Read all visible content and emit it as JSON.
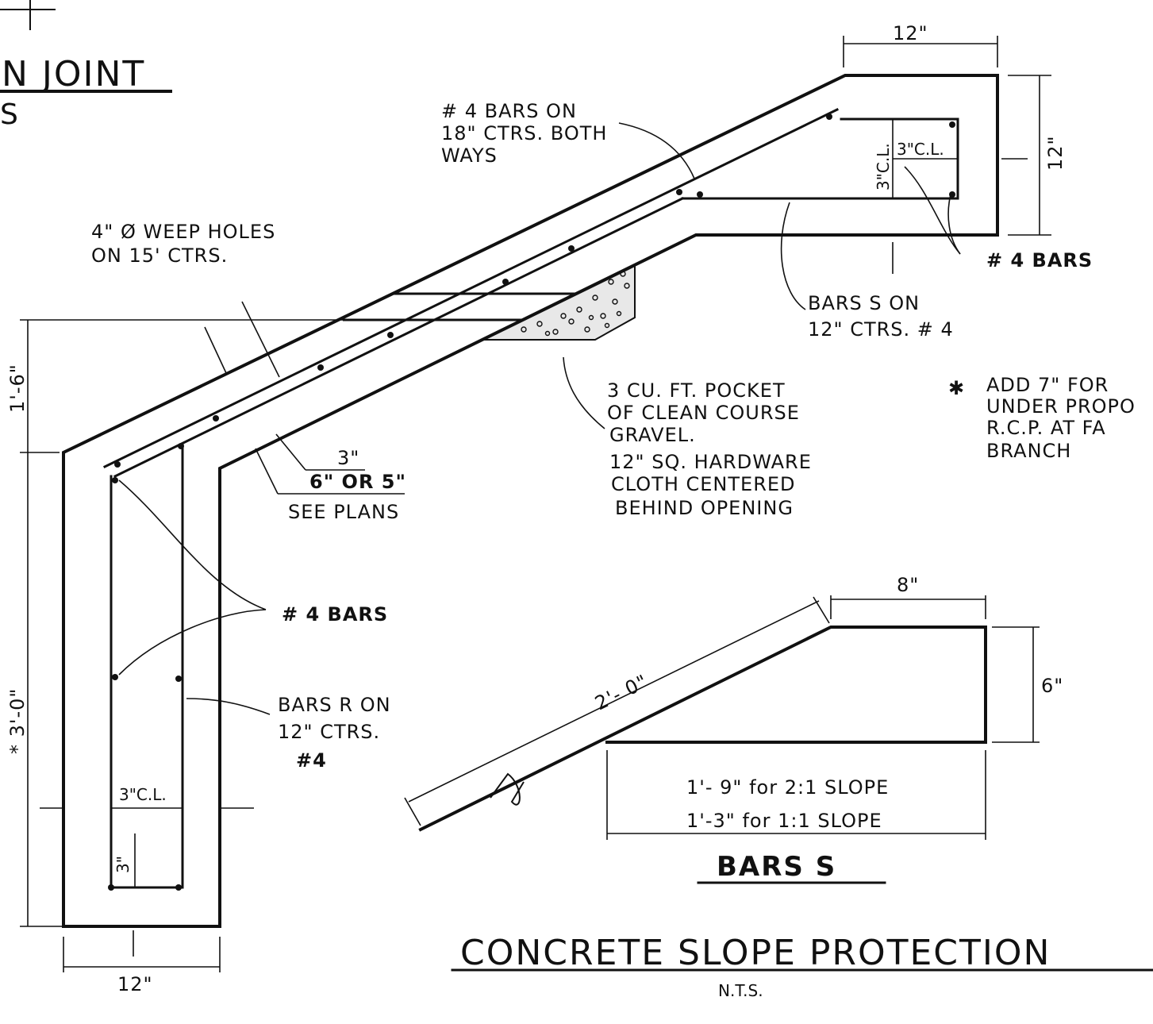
{
  "titles": {
    "partial_joint": "N JOINT",
    "partial_s": "S",
    "main": "CONCRETE SLOPE PROTECTION",
    "main_sub": "N.T.S.",
    "bars_s": "BARS S"
  },
  "notes": {
    "bars4_18": [
      "# 4 BARS ON",
      "18\" CTRS. BOTH",
      "WAYS"
    ],
    "weep": [
      "4\" Ø WEEP HOLES",
      "ON 15' CTRS."
    ],
    "bars_s_on": [
      "BARS S ON",
      "12\" CTRS. # 4"
    ],
    "gravel": [
      "3 CU. FT. POCKET",
      "OF CLEAN COURSE",
      "GRAVEL.",
      "12\" SQ. HARDWARE",
      "CLOTH CENTERED",
      "BEHIND OPENING"
    ],
    "add7": [
      "ADD 7\" FOR",
      "UNDER PROPO",
      "R.C.P. AT FA",
      "BRANCH"
    ],
    "add7_mark": "✱",
    "bars4_right": "# 4 BARS",
    "bars4_left": "# 4 BARS",
    "bars_r": [
      "BARS R ON",
      "12\" CTRS.",
      "#4"
    ],
    "see_plans": [
      "3\"",
      "6\" OR 5\"",
      "SEE PLANS"
    ]
  },
  "dims": {
    "top_12": "12\"",
    "right_12": "12\"",
    "cl_3_right": "3\"C.L.",
    "cl_3_right_v": "3\"C.L.",
    "left_1_6": "1'-6\"",
    "left_3_0": "* 3'-0\"",
    "bottom_12": "12\"",
    "cl_3_left": "3\"C.L.",
    "v_3_left": "3\"",
    "bars_s_8": "8\"",
    "bars_s_6": "6\"",
    "bars_s_2_0": "2'- 0\"",
    "bars_s_slope_21": "1'- 9\"  for 2:1 SLOPE",
    "bars_s_slope_11": "1'-3\"  for 1:1 SLOPE"
  }
}
